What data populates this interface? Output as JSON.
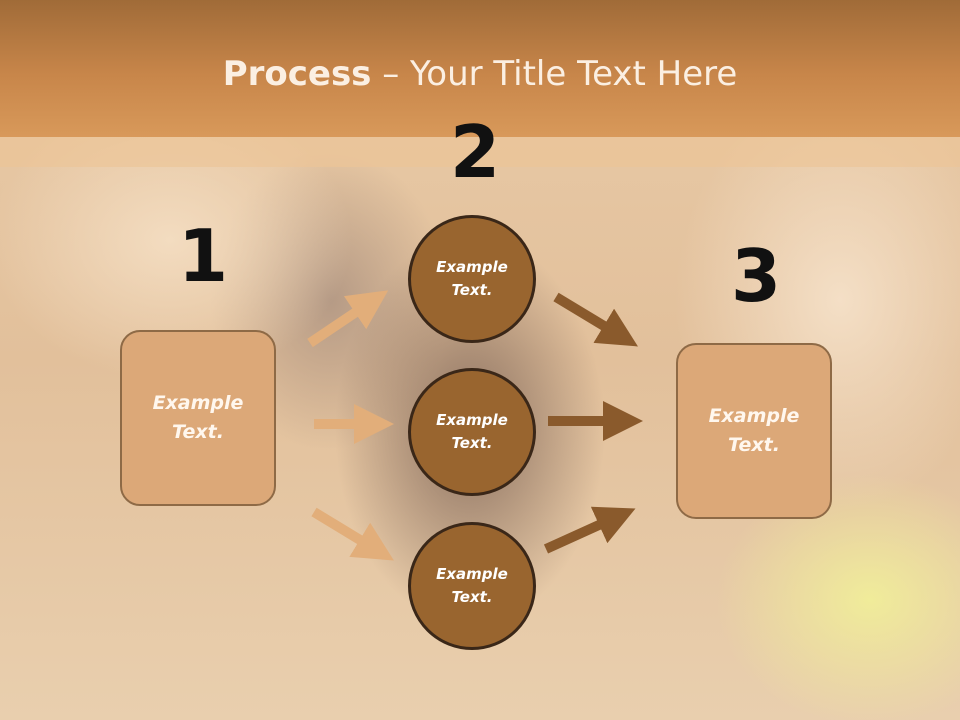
{
  "slide": {
    "title_bold": "Process",
    "title_rest": " – Your Title Text Here"
  },
  "steps": {
    "one": {
      "number": "1",
      "text": "Example Text."
    },
    "two": {
      "number": "2",
      "items": [
        "Example Text.",
        "Example Text.",
        "Example Text."
      ]
    },
    "three": {
      "number": "3",
      "text": "Example Text."
    }
  },
  "colors": {
    "header": "#c8864a",
    "box_fill": "#dca878",
    "circle_fill": "#99652f",
    "arrow_light": "#e2ae7a",
    "arrow_dark": "#8a5a2c"
  }
}
